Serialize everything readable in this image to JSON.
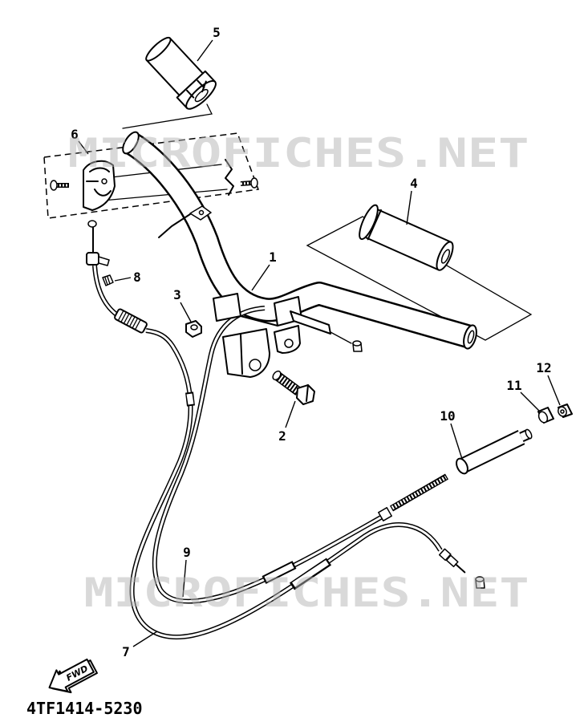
{
  "diagram": {
    "callouts": [
      "1",
      "2",
      "3",
      "4",
      "5",
      "6",
      "7",
      "8",
      "9",
      "10",
      "11",
      "12"
    ],
    "direction_label": "FWD",
    "part_code": "4TF1414-5230",
    "watermark": "MICROFICHES.NET"
  },
  "colors": {
    "ink": "#000000",
    "paper": "#ffffff",
    "watermark": "#b4b4b4"
  }
}
